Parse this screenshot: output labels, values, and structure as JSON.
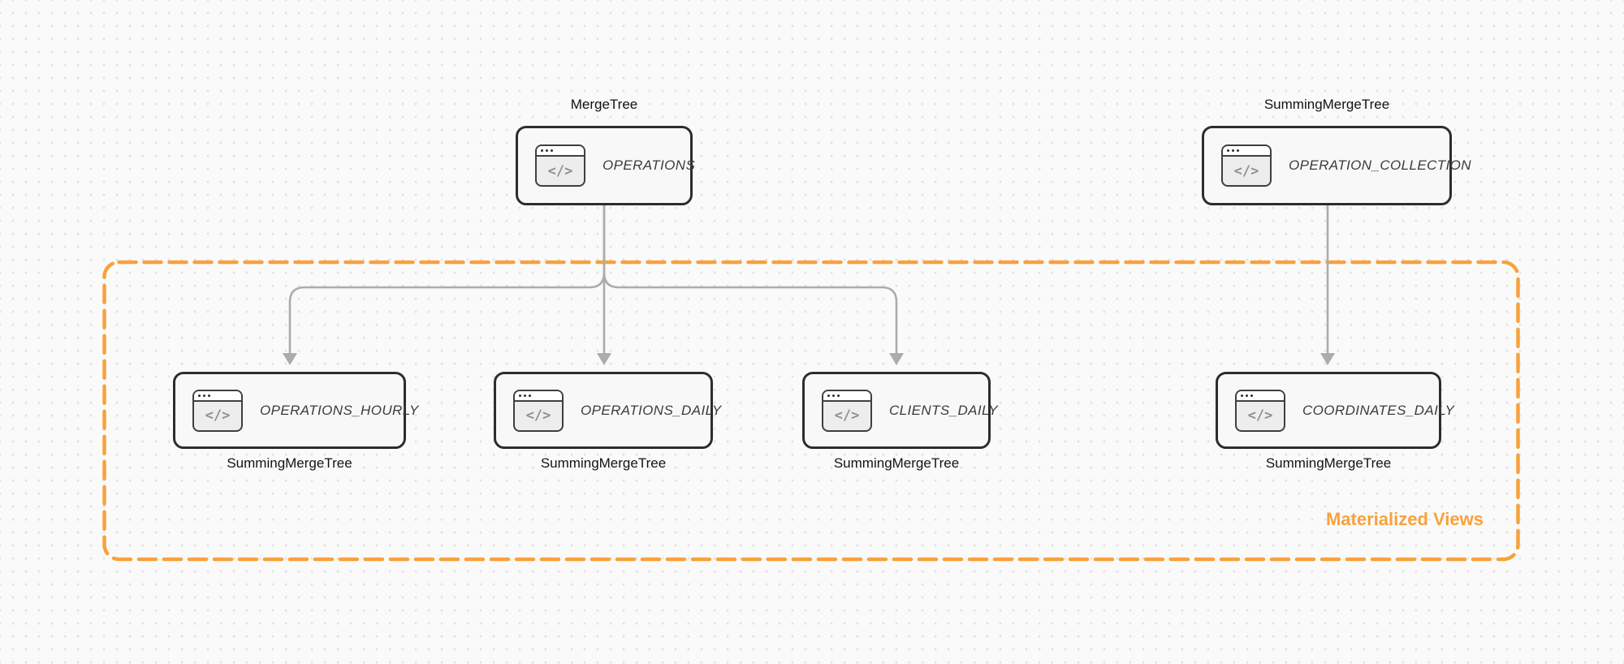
{
  "colors": {
    "background": "#fafafa",
    "dot_grid": "#e2e2e2",
    "node_border": "#2d2d2d",
    "node_fill": "#f8f8f8",
    "arrow": "#acacac",
    "accent_orange": "#f9a13c"
  },
  "icon": {
    "name": "code-window-icon",
    "glyph": "</>"
  },
  "group": {
    "label": "Materialized Views"
  },
  "nodes": [
    {
      "id": "operations",
      "title": "OPERATIONS",
      "engine_label": "MergeTree",
      "engine_label_position": "top"
    },
    {
      "id": "operation-collection",
      "title": "OPERATION_COLLECTION",
      "engine_label": "SummingMergeTree",
      "engine_label_position": "top"
    },
    {
      "id": "operations-hourly",
      "title": "OPERATIONS_HOURLY",
      "engine_label": "SummingMergeTree",
      "engine_label_position": "bottom"
    },
    {
      "id": "operations-daily",
      "title": "OPERATIONS_DAILY",
      "engine_label": "SummingMergeTree",
      "engine_label_position": "bottom"
    },
    {
      "id": "clients-daily",
      "title": "CLIENTS_DAILY",
      "engine_label": "SummingMergeTree",
      "engine_label_position": "bottom"
    },
    {
      "id": "coordinates-daily",
      "title": "COORDINATES_DAILY",
      "engine_label": "SummingMergeTree",
      "engine_label_position": "bottom"
    }
  ],
  "edges": [
    {
      "from": "operations",
      "to": "operations_hourly"
    },
    {
      "from": "operations",
      "to": "operations_daily"
    },
    {
      "from": "operations",
      "to": "clients_daily"
    },
    {
      "from": "operation_collection",
      "to": "coordinates_daily"
    }
  ]
}
